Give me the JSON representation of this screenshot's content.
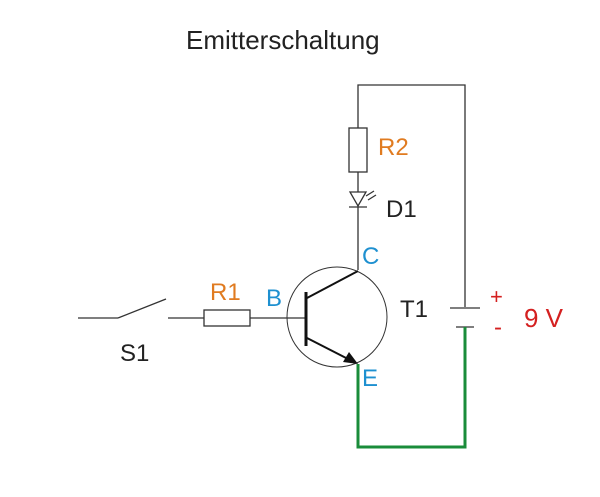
{
  "title": "Emitterschaltung",
  "labels": {
    "r2": "R2",
    "d1": "D1",
    "c": "C",
    "b": "B",
    "e": "E",
    "t1": "T1",
    "r1": "R1",
    "s1": "S1",
    "plus": "+",
    "minus": "-",
    "voltage": "9 V"
  },
  "colors": {
    "resistor_label": "#e07b20",
    "terminal_label": "#1e90d0",
    "battery_label": "#d42020",
    "ground_wire": "#1a8c3a",
    "wire": "#333333"
  }
}
